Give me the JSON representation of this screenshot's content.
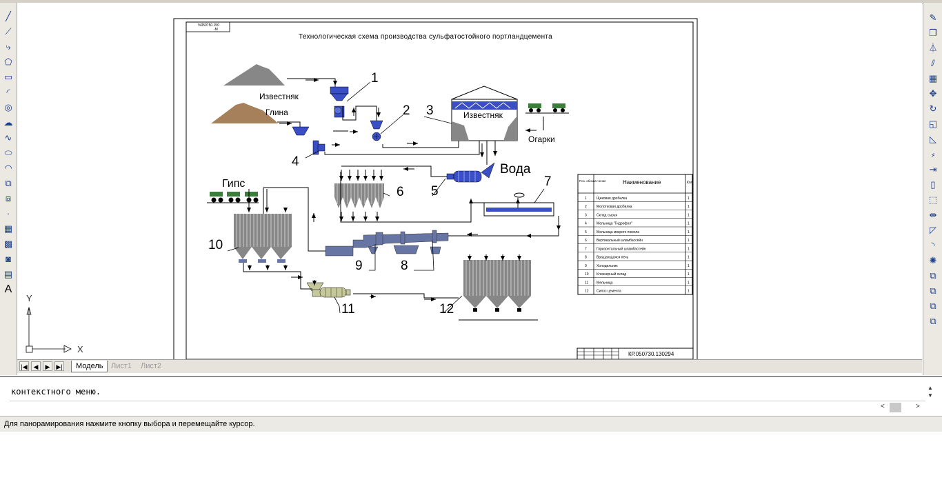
{
  "drawing": {
    "title": "Технологическая схема производства сульфатостойкого портландцемента",
    "stamp_code": "КР.050730.130294",
    "corner_code": "%050750.150",
    "corner_code2": "-М",
    "labels": {
      "limestone_pile": "Известняк",
      "clay_pile": "Глина",
      "limestone_store": "Известняк",
      "cinders": "Огарки",
      "water": "Вода",
      "gypsum": "Гипс"
    },
    "numbers": [
      "1",
      "2",
      "3",
      "4",
      "5",
      "6",
      "7",
      "8",
      "9",
      "10",
      "11",
      "12"
    ]
  },
  "spec_table": {
    "headers": [
      "Поз. обозна-чение",
      "Наименование",
      "Кол."
    ],
    "rows": [
      {
        "pos": "1",
        "name": "Щековая дробилка",
        "qty": "1"
      },
      {
        "pos": "2",
        "name": "Молотковая дробилка",
        "qty": "1"
      },
      {
        "pos": "3",
        "name": "Склад сырья",
        "qty": "1"
      },
      {
        "pos": "4",
        "name": "Мельница \"Гидрофол\"",
        "qty": "1"
      },
      {
        "pos": "5",
        "name": "Мельница мокрого помола",
        "qty": "1"
      },
      {
        "pos": "6",
        "name": "Вертикальный шламбассейн",
        "qty": "1"
      },
      {
        "pos": "7",
        "name": "Горизонтальный шламбассейн",
        "qty": "1"
      },
      {
        "pos": "8",
        "name": "Вращающаяся печь",
        "qty": "1"
      },
      {
        "pos": "9",
        "name": "Холодильник",
        "qty": "1"
      },
      {
        "pos": "10",
        "name": "Клинкерный склад",
        "qty": "1"
      },
      {
        "pos": "11",
        "name": "Мельница",
        "qty": "1"
      },
      {
        "pos": "12",
        "name": "Силос цемента",
        "qty": "1"
      }
    ]
  },
  "ucs": {
    "x_label": "X",
    "y_label": "Y"
  },
  "layout_tabs": {
    "nav": [
      "|◀",
      "◀",
      "▶",
      "▶|"
    ],
    "tabs": [
      "Модель",
      "Лист1",
      "Лист2"
    ]
  },
  "command": {
    "history_line": "контекстного меню."
  },
  "status": {
    "text": "Для панорамирования нажмите кнопку выбора и перемещайте курсор."
  },
  "toolbars": {
    "left": [
      {
        "name": "line-icon",
        "glyph": "╱"
      },
      {
        "name": "construction-line-icon",
        "glyph": "⟋"
      },
      {
        "name": "polyline-icon",
        "glyph": "⤷"
      },
      {
        "name": "polygon-icon",
        "glyph": "⬠"
      },
      {
        "name": "rectangle-icon",
        "glyph": "▭"
      },
      {
        "name": "arc-icon",
        "glyph": "◜"
      },
      {
        "name": "circle-icon",
        "glyph": "◎"
      },
      {
        "name": "revision-cloud-icon",
        "glyph": "☁"
      },
      {
        "name": "spline-icon",
        "glyph": "∿"
      },
      {
        "name": "ellipse-icon",
        "glyph": "⬭"
      },
      {
        "name": "ellipse-arc-icon",
        "glyph": "◠"
      },
      {
        "name": "insert-block-icon",
        "glyph": "⧉"
      },
      {
        "name": "make-block-icon",
        "glyph": "⧈"
      },
      {
        "name": "point-icon",
        "glyph": "·"
      },
      {
        "name": "hatch-icon",
        "glyph": "▦"
      },
      {
        "name": "gradient-icon",
        "glyph": "▩"
      },
      {
        "name": "region-icon",
        "glyph": "◙"
      },
      {
        "name": "table-icon",
        "glyph": "▤"
      },
      {
        "name": "multiline-text-icon",
        "glyph": "A"
      }
    ],
    "right": [
      {
        "name": "erase-icon",
        "glyph": "✎"
      },
      {
        "name": "copy-icon",
        "glyph": "❐"
      },
      {
        "name": "mirror-icon",
        "glyph": "⏃"
      },
      {
        "name": "offset-icon",
        "glyph": "⫽"
      },
      {
        "name": "array-icon",
        "glyph": "▦"
      },
      {
        "name": "move-icon",
        "glyph": "✥"
      },
      {
        "name": "rotate-icon",
        "glyph": "↻"
      },
      {
        "name": "scale-icon",
        "glyph": "◱"
      },
      {
        "name": "stretch-icon",
        "glyph": "◺"
      },
      {
        "name": "trim-icon",
        "glyph": "⸗"
      },
      {
        "name": "extend-icon",
        "glyph": "⇥"
      },
      {
        "name": "break-at-point-icon",
        "glyph": "▯"
      },
      {
        "name": "break-icon",
        "glyph": "⬚"
      },
      {
        "name": "join-icon",
        "glyph": "⇹"
      },
      {
        "name": "chamfer-icon",
        "glyph": "◸"
      },
      {
        "name": "fillet-icon",
        "glyph": "◝"
      },
      {
        "name": "explode-icon",
        "glyph": "✺"
      },
      {
        "name": "draw-order-front-icon",
        "glyph": "⧉"
      },
      {
        "name": "draw-order-back-icon",
        "glyph": "⧉"
      },
      {
        "name": "bring-above-icon",
        "glyph": "⧉"
      },
      {
        "name": "send-under-icon",
        "glyph": "⧉"
      }
    ]
  }
}
